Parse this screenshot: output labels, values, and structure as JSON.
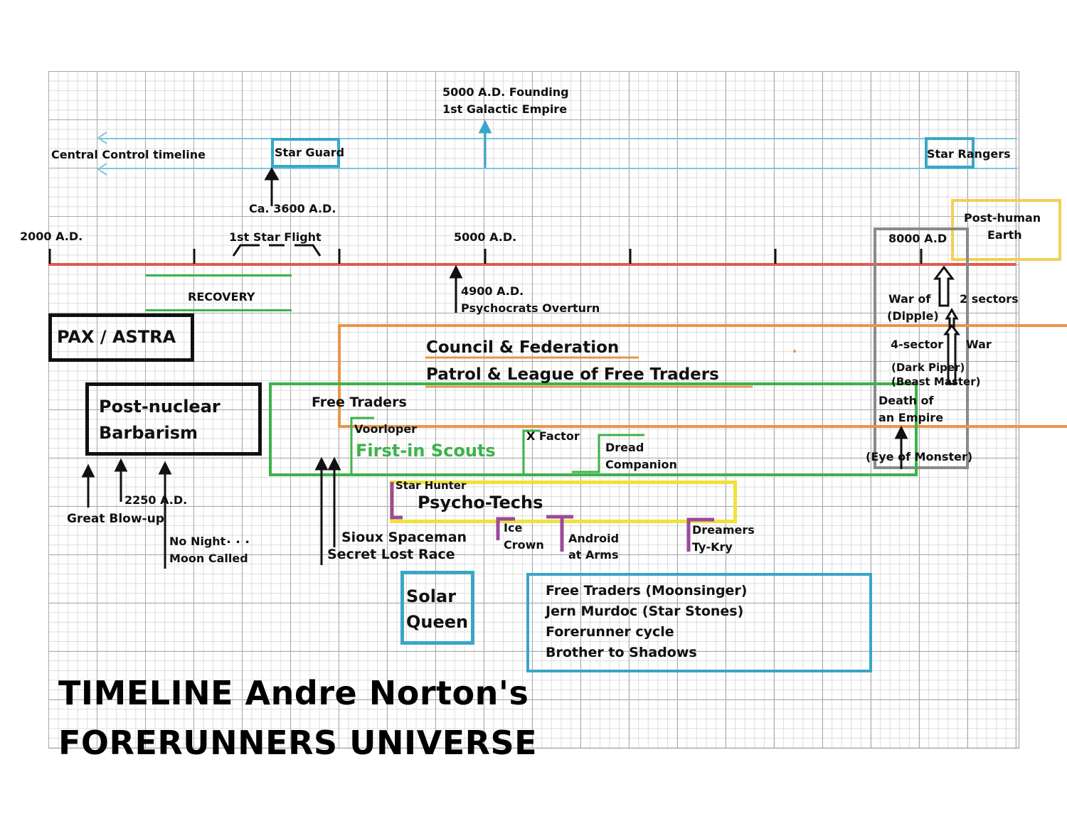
{
  "colors": {
    "timeline": "#e05a50",
    "cyan": "#3aa6c6",
    "green": "#3cb34a",
    "orange": "#e8954b",
    "yellow": "#f0e23a",
    "gold": "#f4cf55",
    "gray": "#8a8a8a",
    "purple": "#9b4a9b",
    "black": "#111111"
  },
  "timeline": {
    "ticks": [
      "2000 A.D.",
      "5000 A.D.",
      "8000 A.D"
    ]
  },
  "top": {
    "founding_line1": "5000 A.D. Founding",
    "founding_line2": "1st Galactic Empire",
    "central_control": "Central Control timeline",
    "star_guard": "Star Guard",
    "star_rangers": "Star Rangers",
    "ca_3600": "Ca. 3600 A.D.",
    "first_star_flight": "1st Star Flight",
    "post_human_line1": "Post-human",
    "post_human_line2": "Earth"
  },
  "left": {
    "recovery": "RECOVERY",
    "pax_astra": "PAX / ASTRA",
    "post_nuclear_line1": "Post-nuclear",
    "post_nuclear_line2": "Barbarism",
    "great_blow_up": "Great Blow-up",
    "a2250": "2250 A.D.",
    "no_night": "No Night",
    "moon_called": "Moon Called",
    "ellipsis": ". . ."
  },
  "middle": {
    "psychocrats_line1": "4900 A.D.",
    "psychocrats_line2": "Psychocrats Overturn",
    "council": "Council & Federation",
    "patrol": "Patrol & League of Free Traders",
    "free_traders": "Free Traders",
    "voorloper": "Voorloper",
    "first_in_scouts": "First-in Scouts",
    "x_factor": "X Factor",
    "dread_line1": "Dread",
    "dread_line2": "Companion",
    "star_hunter": "Star Hunter",
    "psycho_techs": "Psycho-Techs",
    "ice_line1": "Ice",
    "ice_line2": "Crown",
    "android_line1": "Android",
    "android_line2": "at Arms",
    "dreamers_line1": "Dreamers",
    "dreamers_line2": "Ty-Kry",
    "sioux": "Sioux Spaceman",
    "secret": "Secret Lost Race",
    "solar_line1": "Solar",
    "solar_line2": "Queen",
    "list": [
      "Free Traders (Moonsinger)",
      "Jern Murdoc (Star Stones)",
      "Forerunner cycle",
      "Brother to Shadows"
    ]
  },
  "right": {
    "war_of": "War of",
    "dipple": "(Dipple)",
    "two_sectors": "2 sectors",
    "four_sector": "4-sector",
    "war": "War",
    "dark_piper": "(Dark Piper)",
    "beast_master": "(Beast Master)",
    "death_line1": "Death of",
    "death_line2": "an Empire",
    "eye_of_monster": "(Eye of Monster)"
  },
  "title": {
    "line1": "TIMELINE Andre Norton's",
    "line2": "FORERUNNERS UNIVERSE"
  }
}
